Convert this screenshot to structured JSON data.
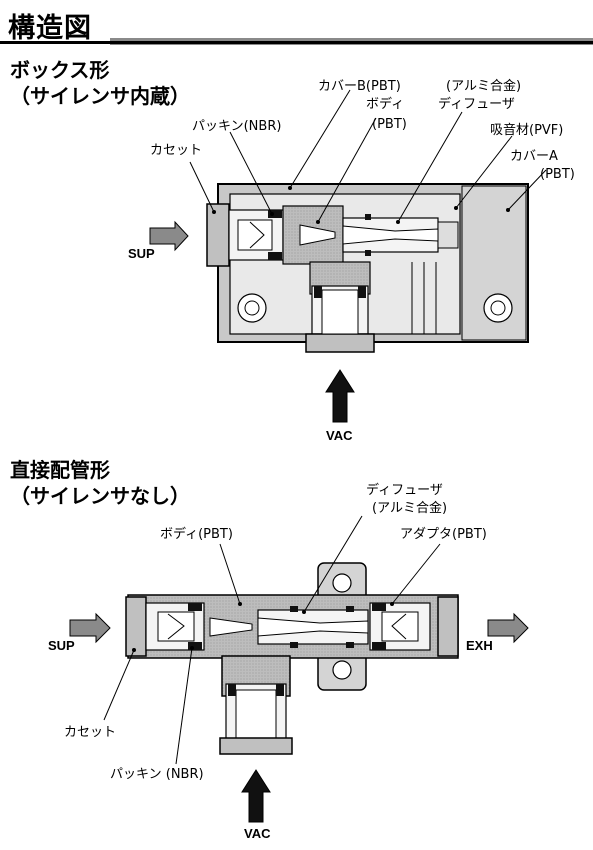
{
  "title": "構造図",
  "sections": [
    {
      "heading": "ボックス形",
      "subheading": "（サイレンサ内蔵）",
      "labels": {
        "cassette": "カセット",
        "packing": "パッキン(NBR)",
        "cover_b": "カバーB(PBT)",
        "body": "ボディ",
        "body_material": "(PBT)",
        "alu_alloy": "(アルミ合金)",
        "diffuser": "ディフューザ",
        "absorber": "吸音材(PVF)",
        "cover_a": "カバーA",
        "cover_a_material": "(PBT)",
        "sup": "SUP",
        "vac": "VAC"
      }
    },
    {
      "heading": "直接配管形",
      "subheading": "（サイレンサなし）",
      "labels": {
        "diffuser": "ディフューザ",
        "alu_alloy": "(アルミ合金)",
        "body": "ボディ(PBT)",
        "adapter": "アダプタ(PBT)",
        "sup": "SUP",
        "exh": "EXH",
        "cassette": "カセット",
        "packing": "パッキン (NBR)",
        "vac": "VAC"
      }
    }
  ]
}
